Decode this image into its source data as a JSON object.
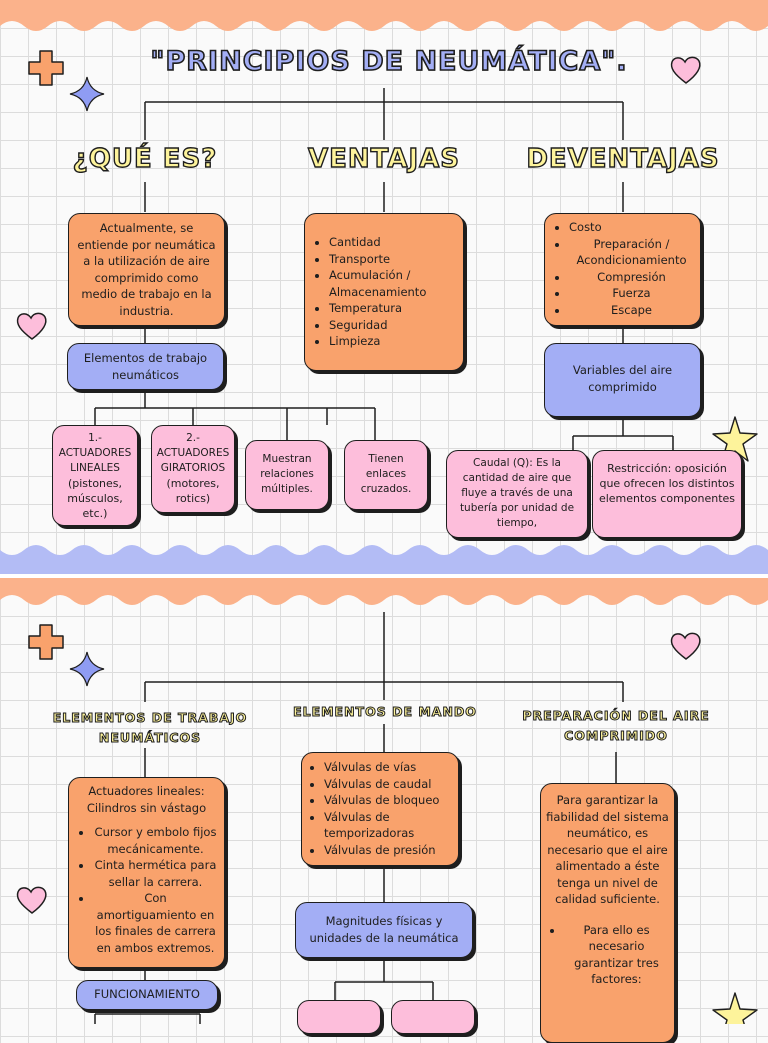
{
  "page1": {
    "title": "\"PRINCIPIOS DE NEUMÁTICA\".",
    "headings": {
      "que_es": "¿QUÉ ES?",
      "ventajas": "VENTAJAS",
      "desventajas": "DEVENTAJAS"
    },
    "definition": "Actualmente, se entiende por neumática a la utilización de aire comprimido como medio de trabajo en la industria.",
    "ventajas": [
      "Cantidad",
      "Transporte",
      "Acumulación / Almacenamiento",
      "Temperatura",
      "Seguridad",
      "Limpieza"
    ],
    "desventajas": [
      "Costo",
      "Preparación / Acondicionamiento",
      "Compresión",
      "Fuerza",
      "Escape"
    ],
    "elementos_trabajo": "Elementos de trabajo neumáticos",
    "actuadores_lineales": "1.- ACTUADORES LINEALES",
    "actuadores_lineales_ej": "(pistones, músculos, etc.)",
    "actuadores_giratorios": "2.- ACTUADORES GIRATORIOS",
    "actuadores_giratorios_ej": "(motores, rotics)",
    "relaciones": "Muestran relaciones múltiples.",
    "enlaces": "Tienen enlaces cruzados.",
    "variables_aire": "Variables del aire comprimido",
    "caudal": "Caudal (Q): Es la cantidad de aire que fluye a través de una tubería por unidad de tiempo,",
    "restriccion": "Restricción: oposición que ofrecen los distintos elementos componentes"
  },
  "page2": {
    "headings": {
      "trabajo": "ELEMENTOS DE TRABAJO NEUMÁTICOS",
      "mando": "ELEMENTOS DE MANDO",
      "preparacion": "PREPARACIÓN DEL AIRE COMPRIMIDO"
    },
    "actuadores_title": "Actuadores lineales: Cilindros sin vástago",
    "actuadores_items": [
      "Cursor y embolo fijos mecánicamente.",
      "Cinta hermética para sellar la carrera.",
      "Con amortiguamiento en los finales de carrera en ambos extremos."
    ],
    "funcionamiento": "FUNCIONAMIENTO",
    "valvulas": [
      "Válvulas de vías",
      "Válvulas de caudal",
      "Válvulas de bloqueo",
      "Válvulas de temporizadoras",
      "Válvulas de presión"
    ],
    "magnitudes": "Magnitudes físicas y unidades de la neumática",
    "preparacion_text": "Para garantizar la fiabilidad del sistema neumático, es necesario que el aire alimentado a éste tenga un nivel de calidad suficiente.",
    "preparacion_item": "Para ello es necesario garantizar tres factores:"
  },
  "colors": {
    "orange": "#f9a26c",
    "blue": "#a3aef5",
    "pink": "#fdbedb",
    "yellow": "#fdf39b",
    "wave_orange": "#fbb28b",
    "wave_blue": "#b3bcf5"
  },
  "icons": [
    "plus-icon",
    "star-icon",
    "heart-icon",
    "sparkle-star-icon"
  ]
}
